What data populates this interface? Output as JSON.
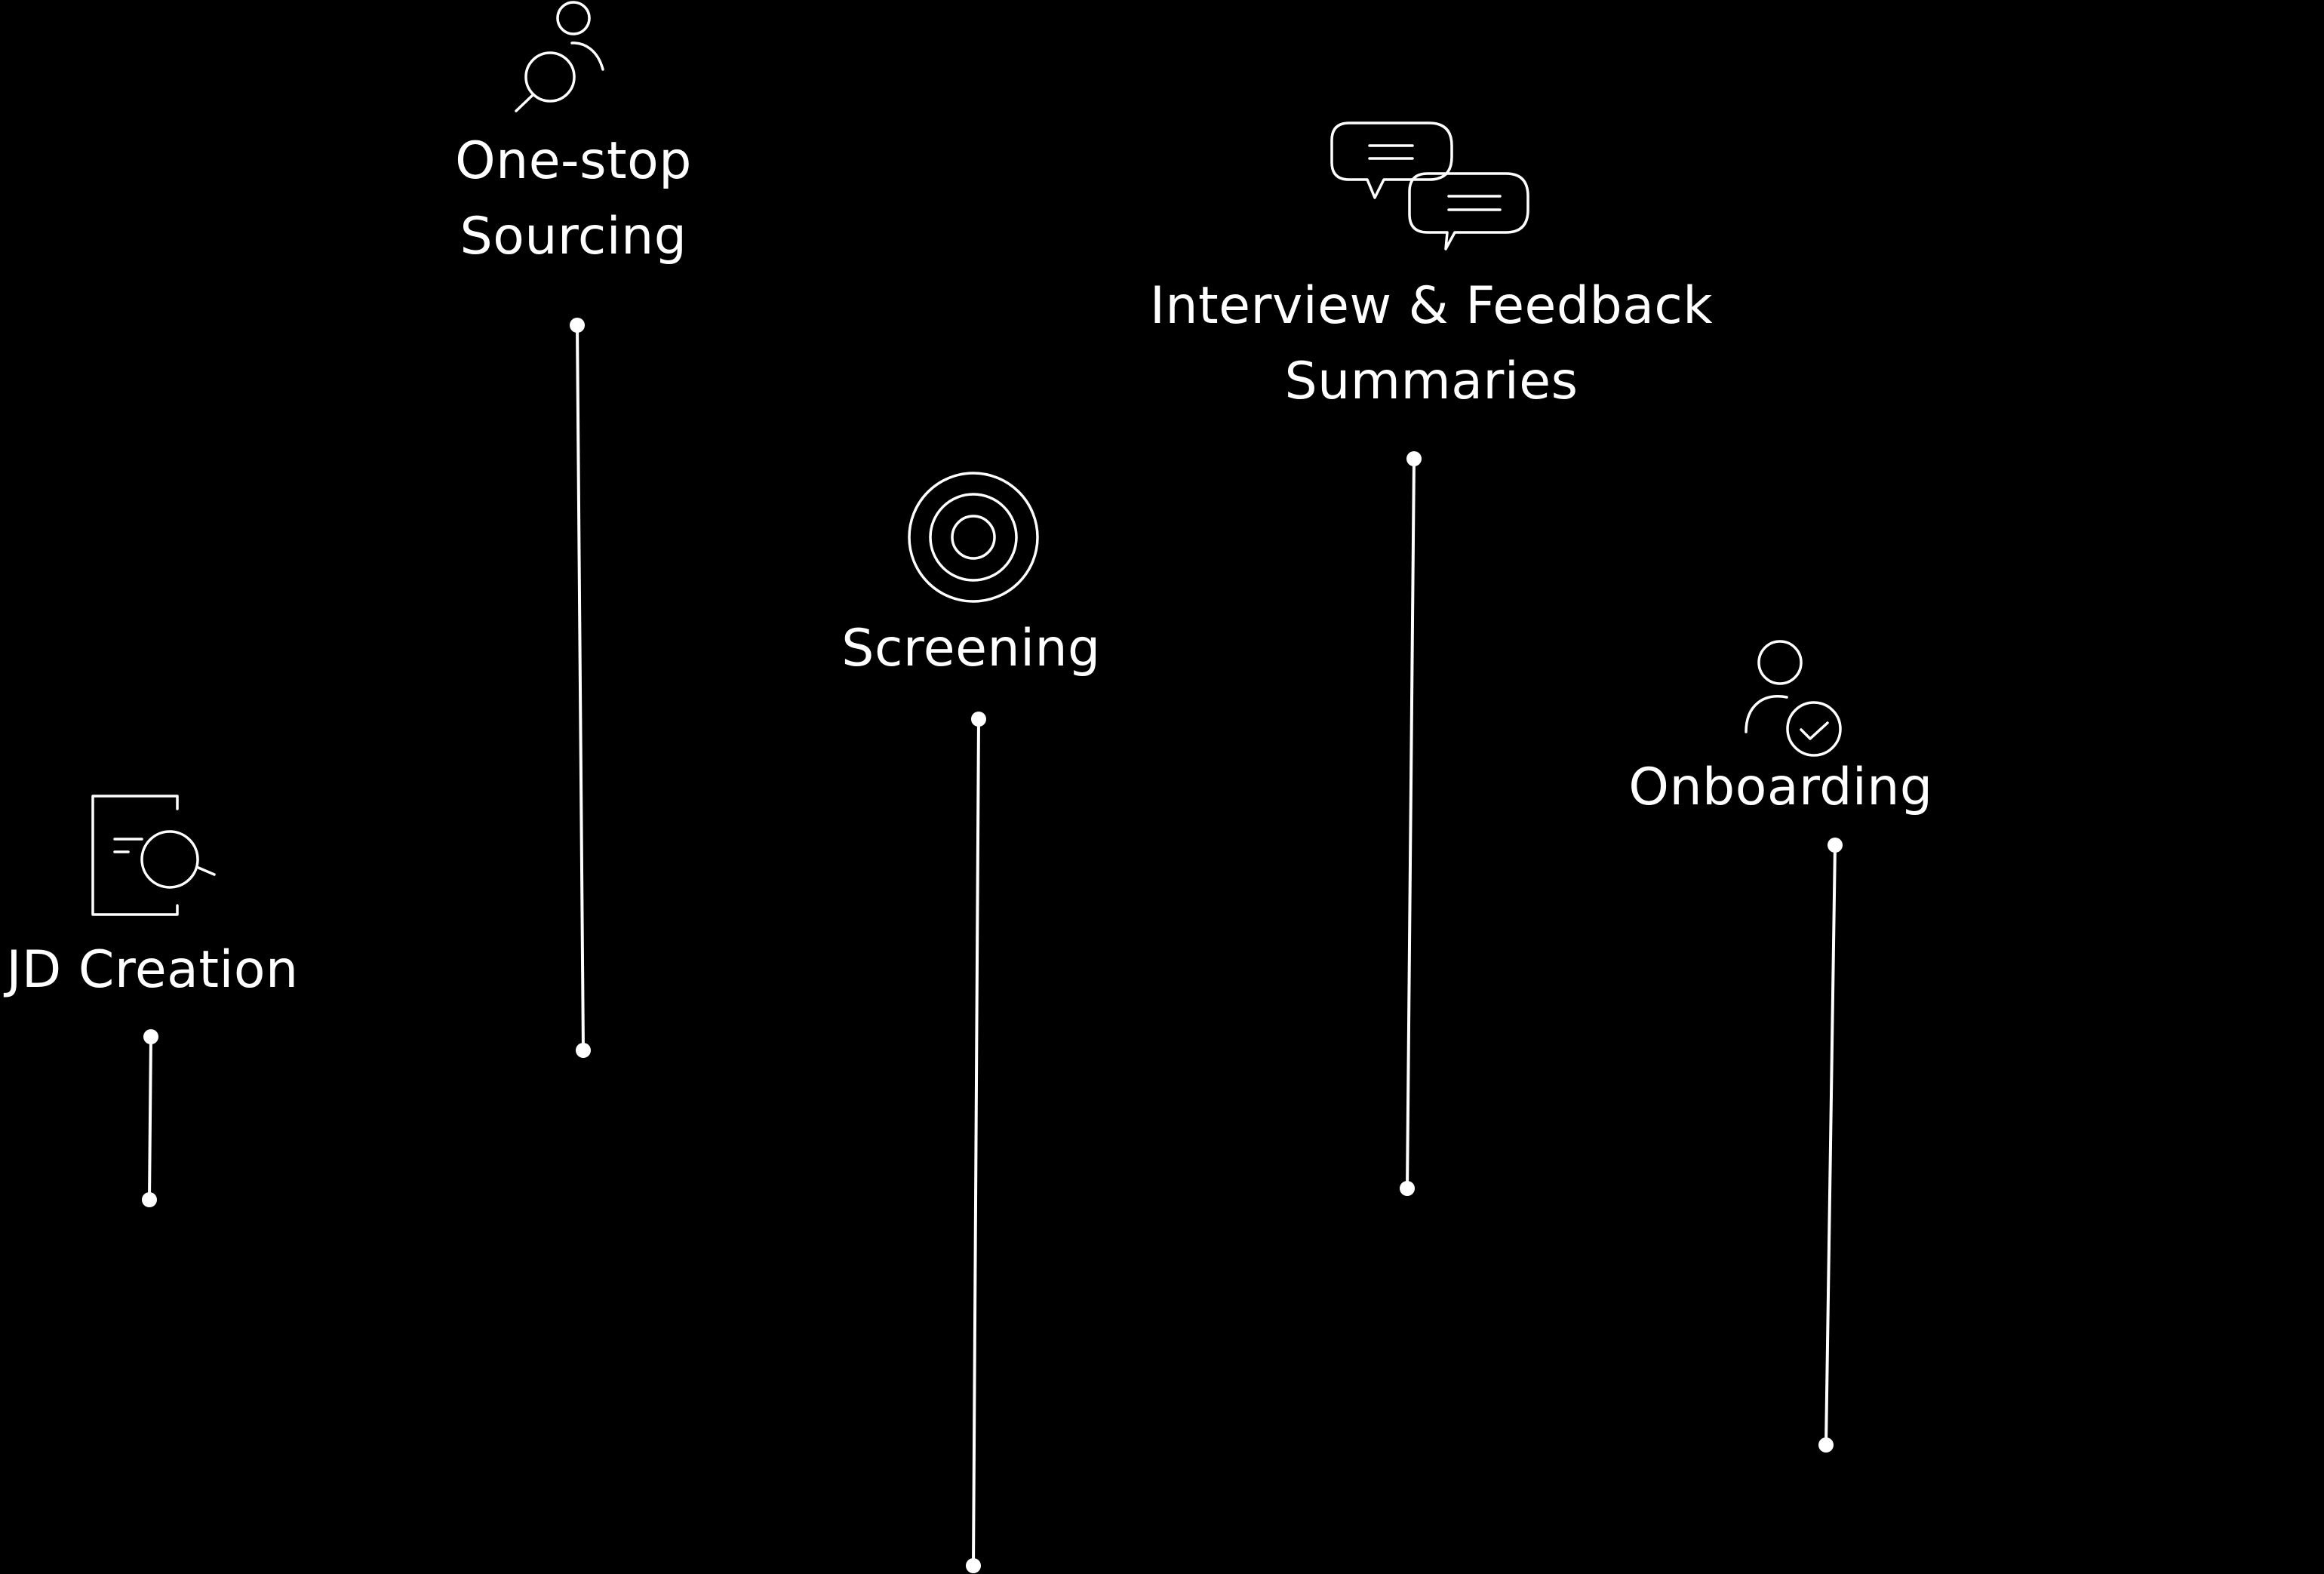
{
  "colors": {
    "background": "#000000",
    "foreground": "#ffffff"
  },
  "steps": [
    {
      "id": "jd-creation",
      "icon": "document-magnifier-icon",
      "label_lines": [
        "JD Creation"
      ]
    },
    {
      "id": "sourcing",
      "icon": "person-search-icon",
      "label_lines": [
        "One-stop",
        "Sourcing"
      ]
    },
    {
      "id": "screening",
      "icon": "target-icon",
      "label_lines": [
        "Screening"
      ]
    },
    {
      "id": "interview",
      "icon": "chat-bubbles-icon",
      "label_lines": [
        "Interview & Feedback",
        "Summaries"
      ]
    },
    {
      "id": "onboarding",
      "icon": "person-check-icon",
      "label_lines": [
        "Onboarding"
      ]
    }
  ]
}
